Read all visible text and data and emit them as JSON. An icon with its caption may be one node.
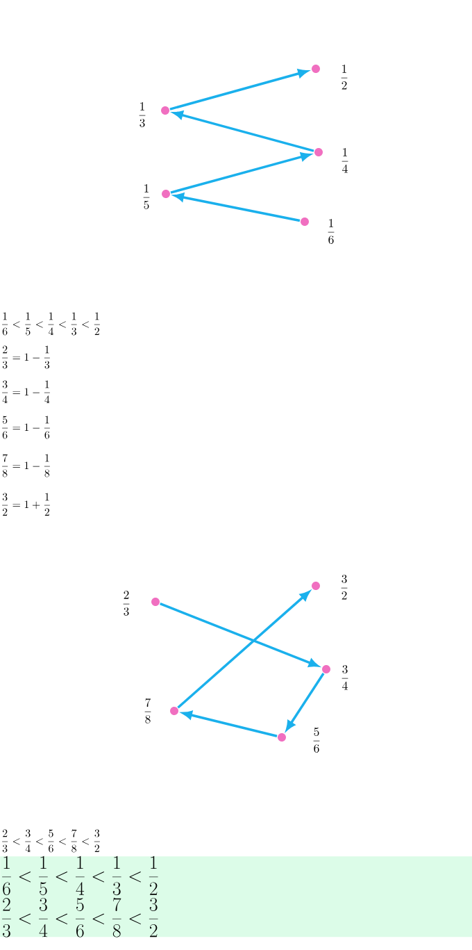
{
  "diagram": {
    "nodes": [
      {
        "text": [],
        "shape": "circle",
        "beside": [
          "\\frac{1}{2}"
        ]
      },
      {
        "text": [],
        "shape": "circle",
        "beside": [
          "\\frac{1}{3}"
        ]
      },
      {
        "text": [],
        "shape": "circle",
        "beside": [
          "\\frac{1}{4}"
        ]
      },
      {
        "text": [],
        "shape": "circle",
        "beside": [
          "\\frac{1}{5}"
        ]
      },
      {
        "text": [],
        "shape": "circle",
        "beside": [
          "\\frac{1}{6}"
        ]
      },
      {
        "text": [],
        "shape": "circle",
        "beside": [
          "\\frac{3}{2}"
        ]
      },
      {
        "text": [],
        "shape": "circle",
        "beside": [
          "\\frac{2}{3}"
        ]
      },
      {
        "text": [],
        "shape": "circle",
        "beside": [
          "\\frac{3}{4}"
        ]
      },
      {
        "text": [],
        "shape": "circle",
        "beside": [
          "\\frac{7}{8}"
        ]
      },
      {
        "text": [],
        "shape": "circle",
        "beside": [
          "\\frac{5}{6}"
        ]
      },
      {
        "text": [
          "\\frac{1}{6} < \\frac{1}{5} < \\frac{1}{4} < \\frac{1}{3} < \\frac{1}{2}",
          "\\frac{2}{3} < \\frac{3}{4} < \\frac{5}{6} < \\frac{7}{8} < \\frac{3}{2}"
        ]
      }
    ],
    "edges": [
      {
        "from": 1,
        "to": 0,
        "arrow": "to"
      },
      {
        "from": 2,
        "to": 1,
        "arrow": "to"
      },
      {
        "from": 3,
        "to": 2,
        "arrow": "to"
      },
      {
        "from": 4,
        "to": 3,
        "arrow": "to"
      },
      {
        "from": 6,
        "to": 7,
        "arrow": "to"
      },
      {
        "from": 7,
        "to": 9,
        "arrow": "to"
      },
      {
        "from": 9,
        "to": 8,
        "arrow": "to"
      },
      {
        "from": 8,
        "to": 5,
        "arrow": "to"
      }
    ],
    "labels": [
      "\\frac{1}{6} < \\frac{1}{5} < \\frac{1}{4} < \\frac{1}{3} < \\frac{1}{2}",
      "\\frac{2}{3} = 1 - \\frac{1}{3}",
      "\\frac{3}{4} = 1 - \\frac{1}{4}",
      "\\frac{5}{6} = 1 - \\frac{1}{6}",
      "\\frac{7}{8} = 1 - \\frac{1}{8}",
      "\\frac{3}{2} = 1 + \\frac{1}{2}",
      "\\frac{2}{3} < \\frac{3}{4} < \\frac{5}{6} < \\frac{7}{8} < \\frac{3}{2}"
    ]
  }
}
